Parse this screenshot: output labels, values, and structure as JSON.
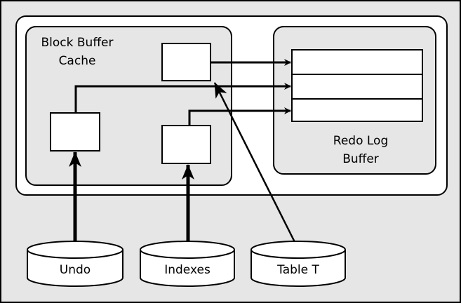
{
  "block_buffer_cache": {
    "label_line1": "Block Buffer",
    "label_line2": "Cache"
  },
  "redo_log_buffer": {
    "label_line1": "Redo Log",
    "label_line2": "Buffer"
  },
  "sources": [
    {
      "label": "Undo"
    },
    {
      "label": "Indexes"
    },
    {
      "label": "Table T"
    }
  ]
}
